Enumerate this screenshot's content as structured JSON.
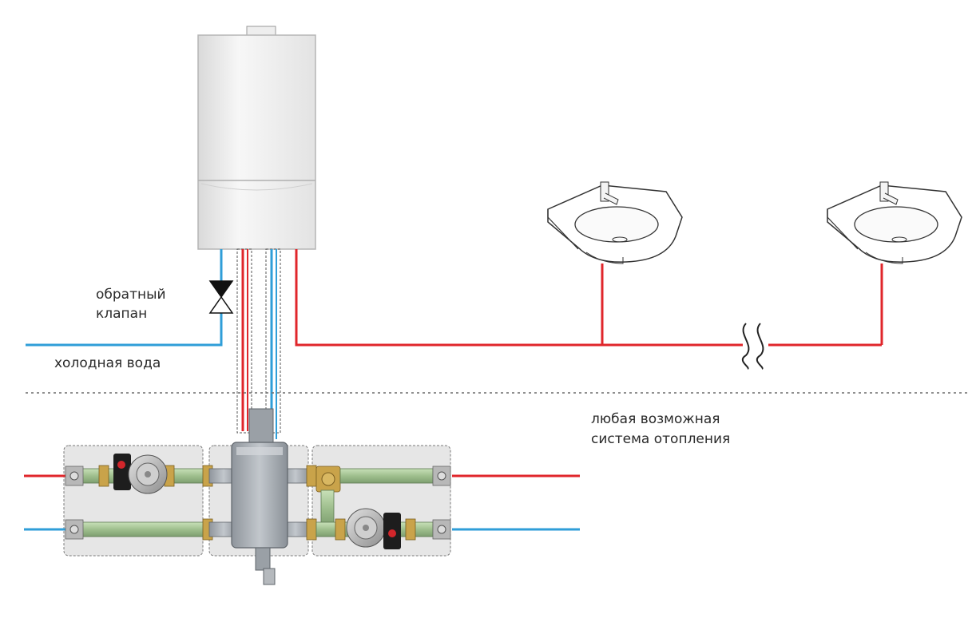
{
  "labels": {
    "check_valve_line1": "обратный",
    "check_valve_line2": "клапан",
    "cold_water": "холодная вода",
    "heating_line1": "любая возможная",
    "heating_line2": "система отопления"
  },
  "colors": {
    "hot": "#e0262b",
    "cold": "#2f9ed8",
    "dashed_line": "#6b6b6b",
    "pipe_green": "#a9c79a",
    "brass": "#c9a34a",
    "panel": "#e6e6e6"
  },
  "icons": [
    "boiler-icon",
    "sink-icon",
    "check-valve-icon",
    "pump-icon",
    "hydraulic-separator-icon",
    "ball-valve-icon",
    "break-symbol-icon"
  ]
}
